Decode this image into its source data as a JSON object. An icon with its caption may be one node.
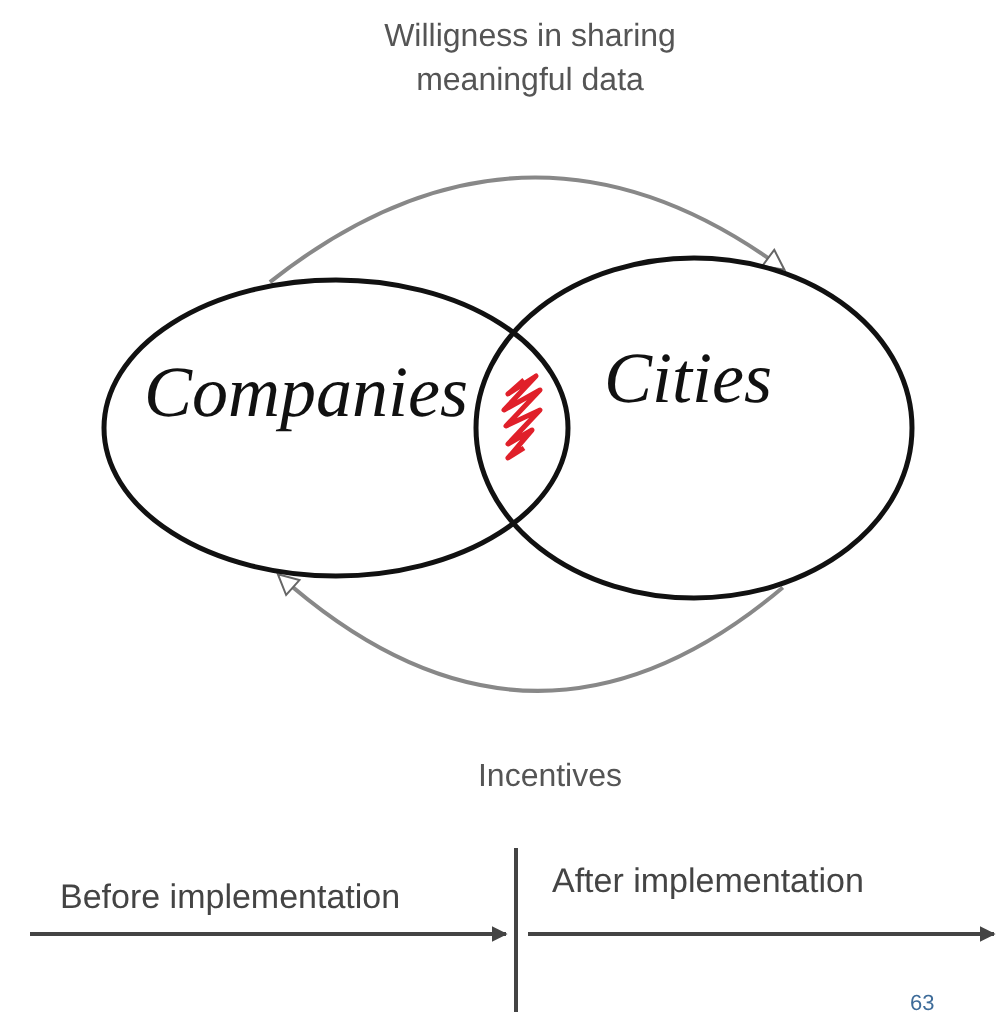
{
  "diagram": {
    "nodes": [
      {
        "text": [
          "Companies"
        ]
      },
      {
        "text": [
          "Cities"
        ]
      }
    ],
    "edges": [
      {
        "from": 0,
        "to": 1,
        "arrow": "to",
        "label": "Willigness in sharing meaningful data"
      },
      {
        "from": 1,
        "to": 0,
        "arrow": "to",
        "label": "Incentives"
      }
    ],
    "labels": [
      "Before implementation",
      "After implementation",
      "63"
    ]
  }
}
